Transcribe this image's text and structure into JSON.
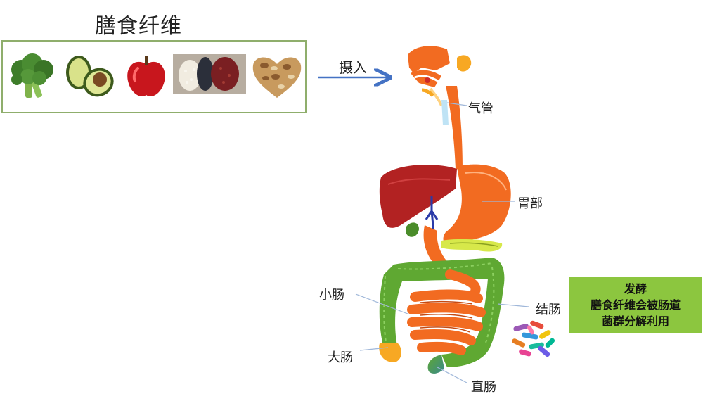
{
  "title": "膳食纤维",
  "intake_label": "摄入",
  "foods": [
    {
      "name": "broccoli",
      "icon": "broccoli-icon"
    },
    {
      "name": "avocado",
      "icon": "avocado-icon"
    },
    {
      "name": "apple",
      "icon": "apple-icon"
    },
    {
      "name": "beans",
      "icon": "beans-icon"
    },
    {
      "name": "nuts",
      "icon": "nuts-icon"
    }
  ],
  "organs": {
    "trachea": "气管",
    "stomach": "胃部",
    "small_intestine": "小肠",
    "large_intestine": "大肠",
    "colon": "结肠",
    "rectum": "直肠"
  },
  "fermentation": {
    "heading": "发酵",
    "line1": "膳食纤维会被肠道",
    "line2": "菌群分解利用"
  },
  "colors": {
    "food_border": "#8fae6c",
    "arrow": "#4472c4",
    "digestive_tract": "#f26b21",
    "liver": "#b22222",
    "intestine_green": "#5fa832",
    "ferment_box": "#8cc63f"
  }
}
